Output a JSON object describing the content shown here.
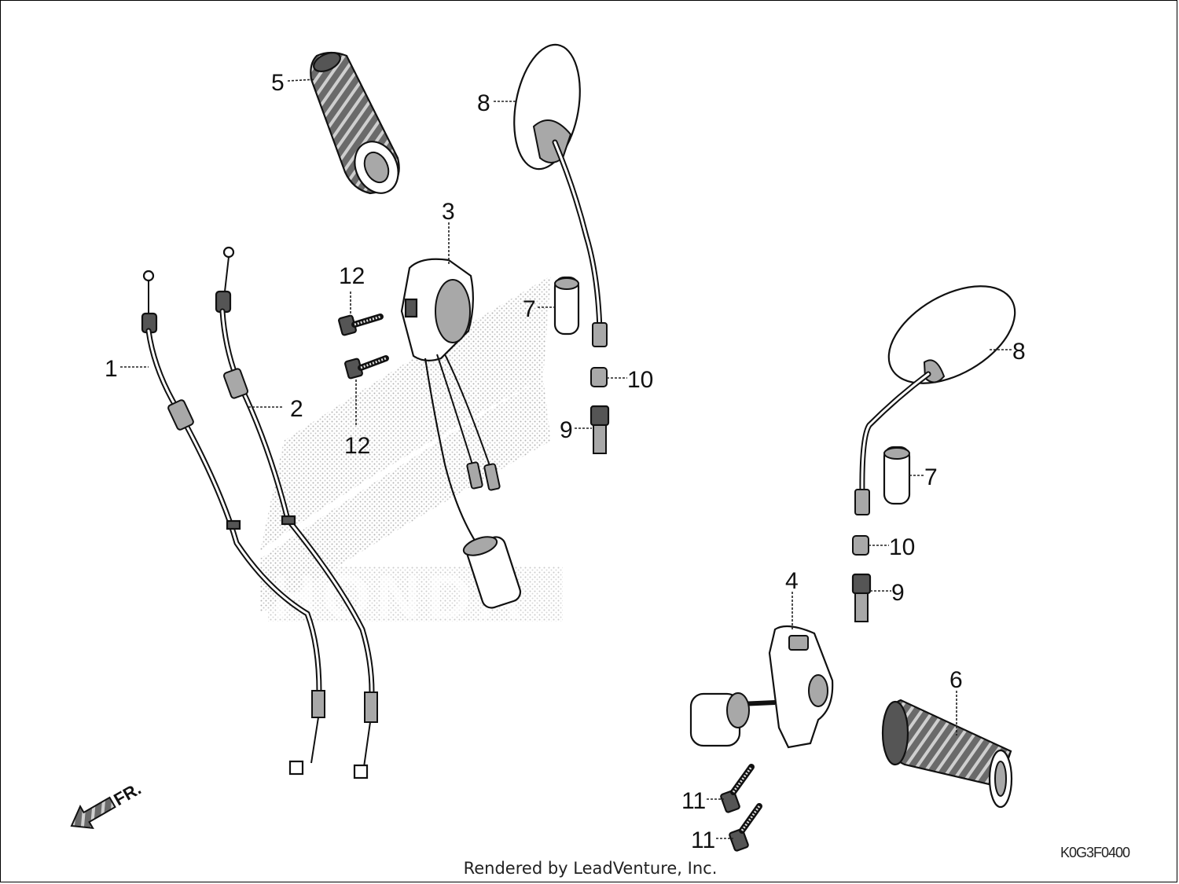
{
  "diagram": {
    "callouts": {
      "c1": "1",
      "c2": "2",
      "c3": "3",
      "c4": "4",
      "c5": "5",
      "c6": "6",
      "c7a": "7",
      "c7b": "7",
      "c8a": "8",
      "c8b": "8",
      "c9a": "9",
      "c9b": "9",
      "c10a": "10",
      "c10b": "10",
      "c11a": "11",
      "c11b": "11",
      "c12a": "12",
      "c12b": "12"
    },
    "direction_label": "FR.",
    "watermark_letters": "HONDA",
    "diagram_code": "K0G3F0400",
    "footer_credit": "Rendered by LeadVenture, Inc."
  }
}
